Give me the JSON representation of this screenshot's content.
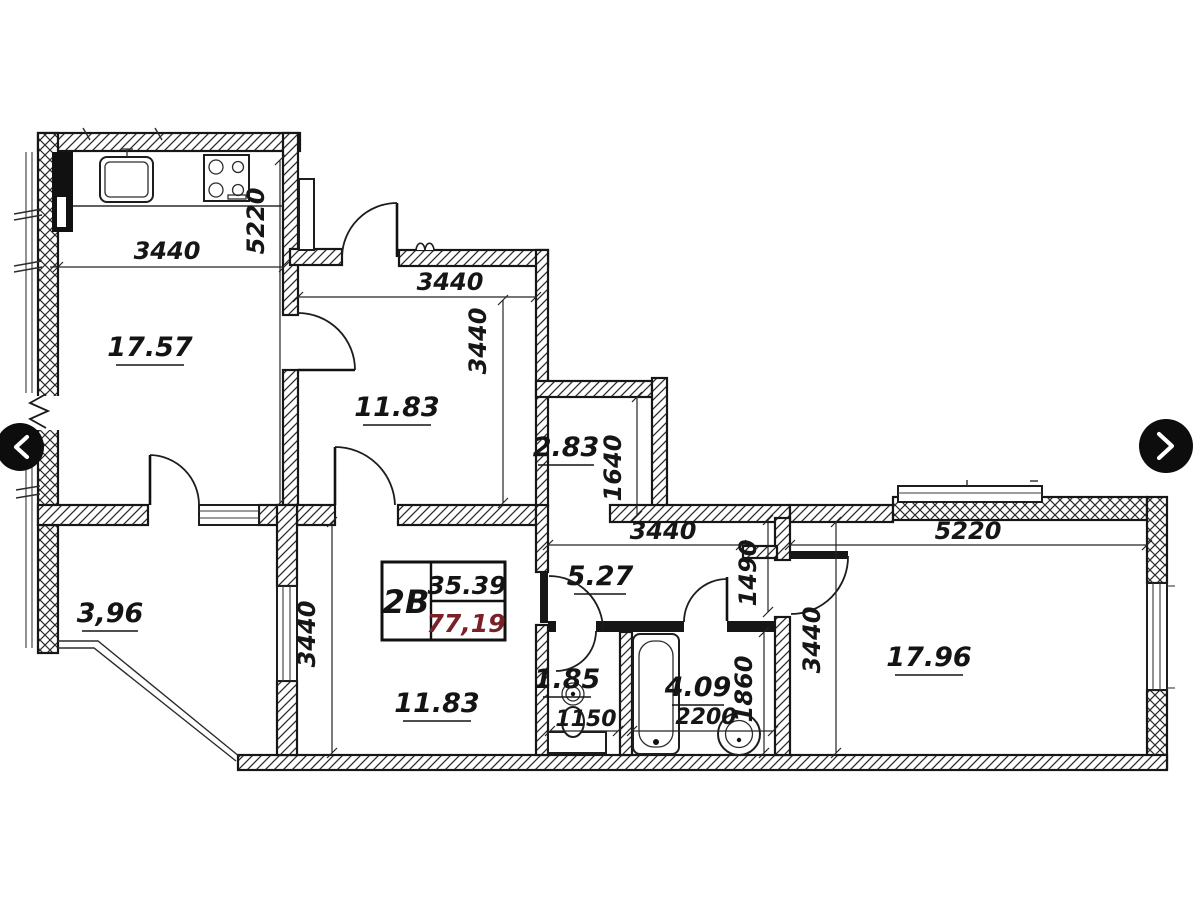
{
  "plan": {
    "title": "apartment-floor-plan",
    "areas": {
      "kitchen": "17.57",
      "top_room": "11.83",
      "hall": "2.83",
      "balcony": "3,96",
      "bottom_room": "11.83",
      "corridor": "5.27",
      "wc": "1.85",
      "bath": "4.09",
      "right_room": "17.96"
    },
    "dims": {
      "kitchen_w": "3440",
      "kitchen_h": "5220",
      "top_room_w": "3440",
      "top_room_h": "3440",
      "hall_d": "1640",
      "bottom_room_h": "3440",
      "corridor_w": "3440",
      "corridor_h": "1490",
      "right_room_w": "5220",
      "right_room_h": "3440",
      "wc_w": "1150",
      "bath_w": "2200",
      "bath_h": "1860"
    },
    "table": {
      "type": "2B",
      "upper": "35.39",
      "lower": "77,19",
      "lower_color": "#7a2128"
    }
  },
  "nav": {
    "prev": "",
    "next": ""
  }
}
